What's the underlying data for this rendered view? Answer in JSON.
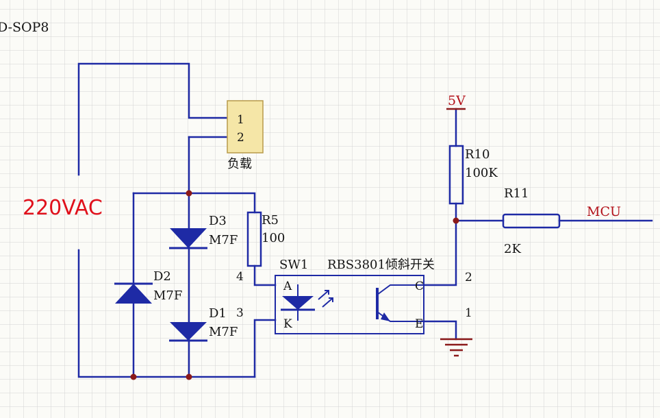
{
  "header": {
    "part_label": "D-SOP8"
  },
  "source": {
    "label": "220VAC"
  },
  "connector": {
    "pin1": "1",
    "pin2": "2",
    "name": "负载"
  },
  "diodes": [
    {
      "ref": "D3",
      "value": "M7F"
    },
    {
      "ref": "D2",
      "value": "M7F"
    },
    {
      "ref": "D1",
      "value": "M7F"
    }
  ],
  "resistors": {
    "r5": {
      "ref": "R5",
      "value": "100"
    },
    "r10": {
      "ref": "R10",
      "value": "100K"
    },
    "r11": {
      "ref": "R11",
      "value": "2K"
    }
  },
  "switch": {
    "ref": "SW1",
    "part": "RBS3801倾斜开关",
    "pin_a": "A",
    "pin_k": "K",
    "pin_c": "C",
    "pin_e": "E",
    "pin4": "4",
    "pin3": "3",
    "pin2": "2",
    "pin1": "1"
  },
  "power": {
    "label": "5V"
  },
  "net": {
    "mcu": "MCU"
  },
  "colors": {
    "wire": "#1e2aa5",
    "junction": "#8b1a1a",
    "component_body": "#f5e6a7",
    "red_text": "#e0101b",
    "net_label": "#b3121a",
    "grid": "#d3d3d3"
  }
}
